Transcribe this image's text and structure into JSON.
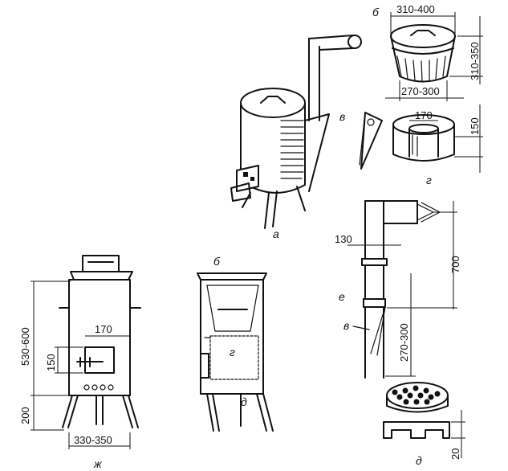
{
  "labels": {
    "a": "а",
    "b_top": "б",
    "v_top": "в",
    "g_top": "г",
    "e": "е",
    "v_mid": "в",
    "zh": "ж",
    "b_front": "б",
    "g_front": "г",
    "d_front": "д",
    "d_grate": "д"
  },
  "dimensions": {
    "pot_top_width": "310-400",
    "pot_height": "310-350",
    "pot_bottom_width": "270-300",
    "ring_inner": "170",
    "ring_height": "150",
    "pipe_diameter": "130",
    "pipe_height": "700",
    "pipe_lower": "270-300",
    "stove_height": "530-600",
    "door_width": "170",
    "door_height": "150",
    "leg_height": "200",
    "stove_width": "330-350",
    "grate_height": "20"
  }
}
